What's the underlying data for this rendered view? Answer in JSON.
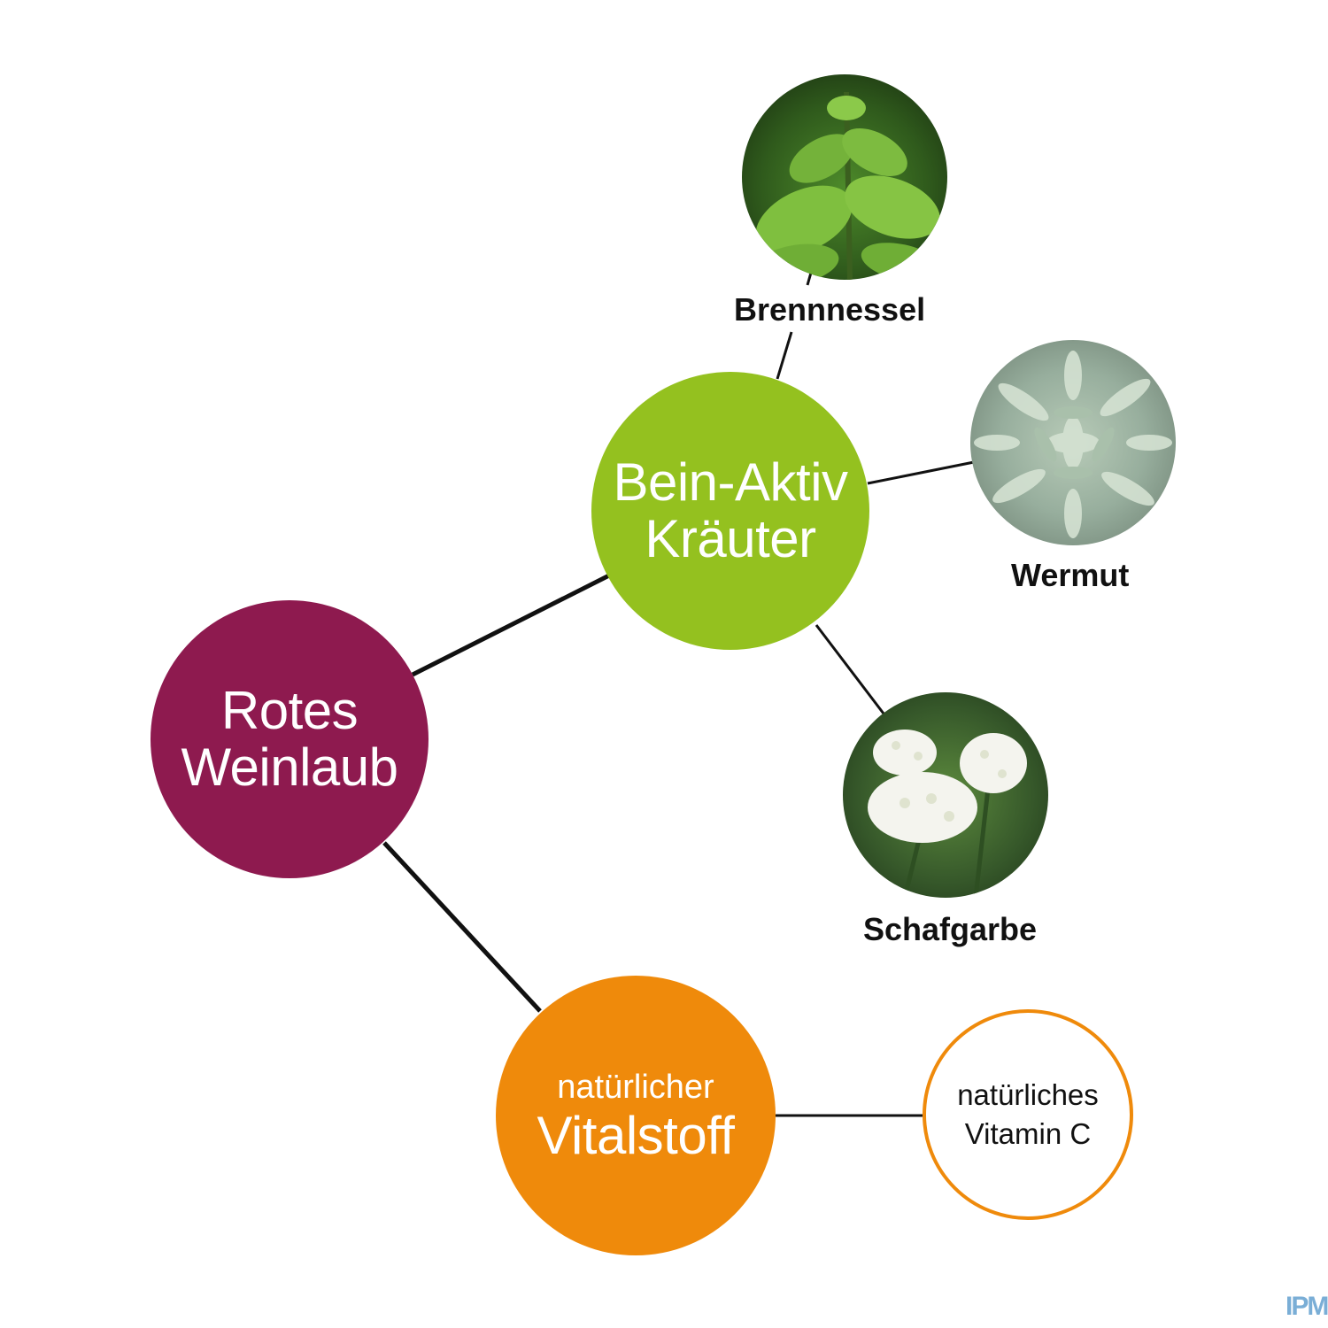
{
  "nodes": {
    "rotes": {
      "line1": "Rotes",
      "line2": "Weinlaub",
      "color": "#8e1a4f"
    },
    "bein": {
      "line1": "Bein-Aktiv",
      "line2": "Kräuter",
      "color": "#94c11f"
    },
    "vital": {
      "line1": "natürlicher",
      "line2": "Vitalstoff",
      "color": "#ef8a0b"
    },
    "vitc": {
      "line1": "natürliches",
      "line2": "Vitamin C",
      "border_color": "#ef8a0b"
    }
  },
  "plants": {
    "brennnessel": {
      "label": "Brennnessel"
    },
    "wermut": {
      "label": "Wermut"
    },
    "schafgarbe": {
      "label": "Schafgarbe"
    }
  },
  "watermark": {
    "text": "IPM"
  }
}
